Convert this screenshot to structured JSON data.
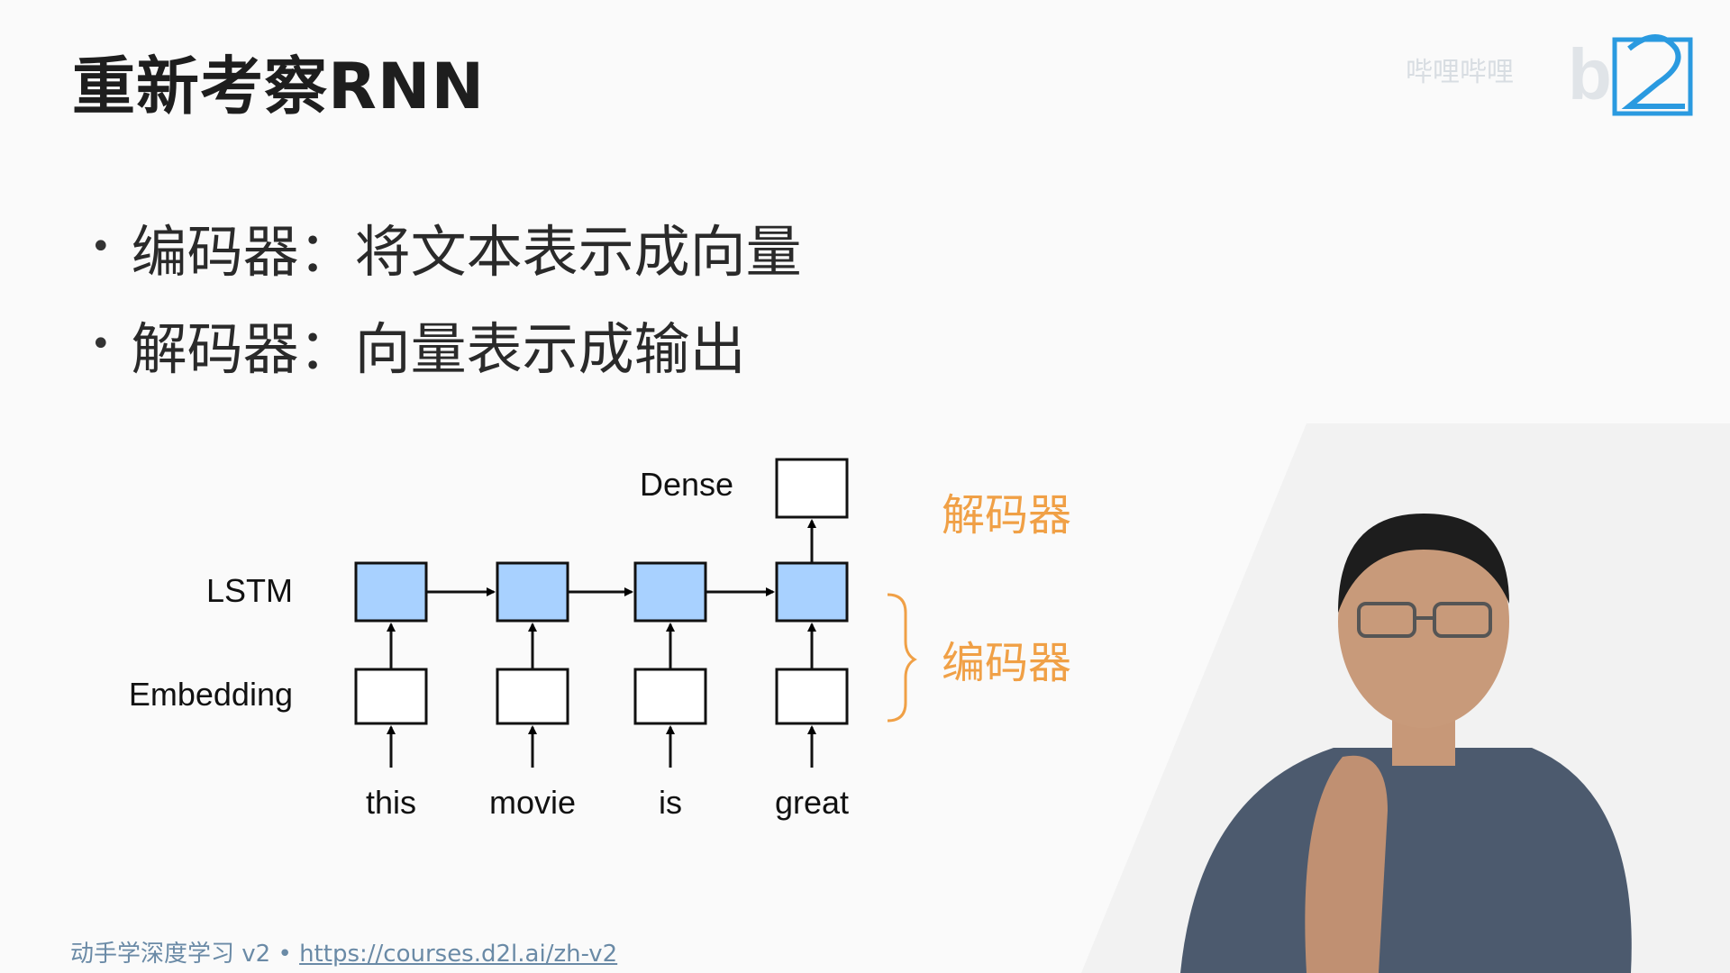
{
  "title": "重新考察RNN",
  "logo": {
    "text": "b",
    "watermark": "哔哩哔哩"
  },
  "bullets": [
    "编码器：将文本表示成向量",
    "解码器：向量表示成输出"
  ],
  "diagram": {
    "row_labels": {
      "dense": "Dense",
      "lstm": "LSTM",
      "embedding": "Embedding"
    },
    "words": [
      "this",
      "movie",
      "is",
      "great"
    ],
    "decoder_label": "解码器",
    "encoder_label": "编码器",
    "colors": {
      "lstm_fill": "#a8d1ff",
      "accent_orange": "#f0a046"
    }
  },
  "footer": {
    "course": "动手学深度学习 v2",
    "separator": "•",
    "url": "https://courses.d2l.ai/zh-v2"
  }
}
